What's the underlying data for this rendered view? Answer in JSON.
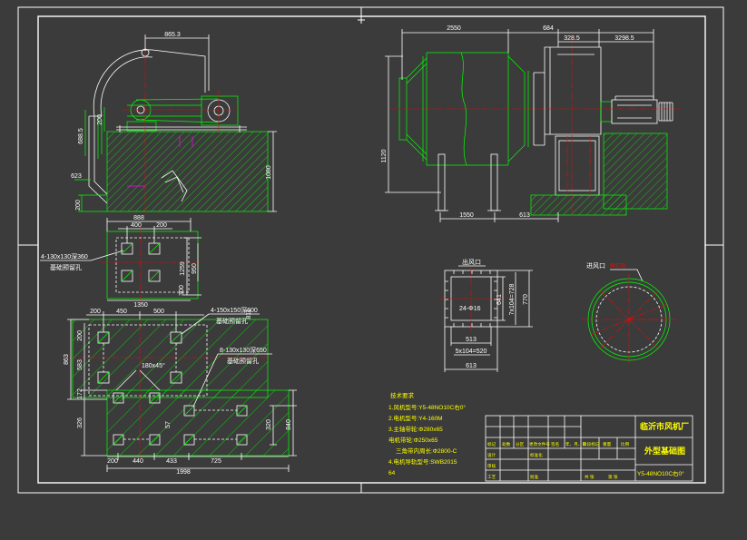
{
  "colors": {
    "background": "#3b3b3b",
    "frame": "#ffffff",
    "outline": "#ffffff",
    "hatch": "#00ff00",
    "center_line": "#ff0000",
    "hidden_line": "#ff00ff",
    "notes_text": "#ffff00"
  },
  "side_view": {
    "width_dim": "865.3",
    "guard_height_dim": "200",
    "center_height_dim": "688.5",
    "inlet_height_dim": "623",
    "base_depth_dim": "200",
    "foundation_height_dim": "1080"
  },
  "front_view": {
    "body_length_dim": "2550",
    "connector_length_dim": "684",
    "shaft_offset_dim": "328.5",
    "motor_offset_dim": "3298.5",
    "center_height_dim": "1120",
    "support_spacing_dim": "1550",
    "support_offset_dim": "613"
  },
  "small_foundation": {
    "overall_width_dim": "888",
    "hole_spacing_dim": "400",
    "hole_edge_dim": "200",
    "depth_dim": "1259",
    "hole_depth_spacing_dim": "950",
    "edge_offset_dim": "300",
    "length_dim": "1350",
    "hole_spec": "4-130x130深360",
    "hole_note": "基础预留孔"
  },
  "large_foundation": {
    "top_dims": [
      "200",
      "450",
      "500"
    ],
    "left_dims": [
      "200",
      "583",
      "863",
      "172",
      "326"
    ],
    "bottom_dims": [
      "200",
      "440",
      "433",
      "725"
    ],
    "overall_length_dim": "1998",
    "right_dims": [
      "320",
      "840"
    ],
    "upper_hole_spec": "4-150x150深600",
    "upper_hole_note": "基础预留孔",
    "upper_offset_dim": "811",
    "lower_hole_spec": "8-130x130深650",
    "lower_hole_note": "基础预留孔",
    "chamfer_note": "180x45°",
    "small_offset_dim": "57"
  },
  "outlet": {
    "label": "出风口",
    "bolts": "24-Φ16",
    "inner_height_dim": "641",
    "bolt_pitch_vertical": "7x104=728",
    "outer_height_dim": "770",
    "inner_width_dim": "513",
    "bolt_pitch_horizontal": "5x104=520",
    "outer_width_dim": "613"
  },
  "inlet": {
    "label": "进风口",
    "diameter": "Φ870"
  },
  "notes": {
    "heading": "技术要求",
    "lines": [
      "1.风机型号:Y5-48NO10C右0°",
      "2.电机型号:Y4-160M",
      "3.主轴带轮:Φ280x65",
      "电机带轮:Φ250x65",
      "三角带内周长:Φ2800-C",
      "4.电机导轨型号:SWB2015",
      "64"
    ]
  },
  "title_block": {
    "company": "临沂市风机厂",
    "drawing_name": "外型基础图",
    "model": "Y5-48NO10C右0°",
    "mark": "标记",
    "count": "处数",
    "zone": "分区",
    "change_doc": "更改文件号",
    "signature": "签名",
    "date": "年、月、日",
    "design": "设计",
    "standardization": "标准化",
    "review": "审核",
    "process": "工艺",
    "approve": "批准",
    "stage_mark": "阶段标记",
    "weight": "重量",
    "scale": "比例",
    "sheets_total": "共  张",
    "sheet_no": "第  张"
  }
}
